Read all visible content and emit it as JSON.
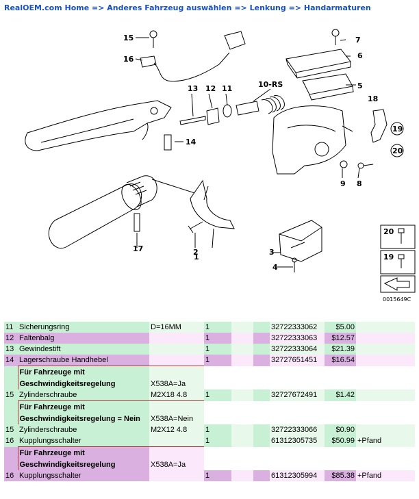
{
  "breadcrumb": [
    {
      "label": "RealOEM.com Home"
    },
    {
      "label": "Anderes Fahrzeug auswählen"
    },
    {
      "label": "Lenkung"
    },
    {
      "label": "Handarmaturen"
    }
  ],
  "breadcrumb_sep": "=>",
  "diagram": {
    "callouts": [
      "1",
      "2",
      "3",
      "4",
      "5",
      "6",
      "7",
      "8",
      "9",
      "10-RS",
      "11",
      "12",
      "13",
      "14",
      "15",
      "16",
      "17",
      "18",
      "19",
      "20"
    ],
    "code": "0015649C"
  },
  "rows": [
    {
      "pos": "11",
      "desc": "Sicherungsring",
      "extra": "D=16MM",
      "qty": "1",
      "part": "32722333062",
      "price": "$5.00",
      "note": "",
      "style": "g"
    },
    {
      "pos": "12",
      "desc": "Faltenbalg",
      "extra": "",
      "qty": "1",
      "part": "32722333063",
      "price": "$12.57",
      "note": "",
      "style": "p"
    },
    {
      "pos": "13",
      "desc": "Gewindestift",
      "extra": "",
      "qty": "1",
      "part": "32722333064",
      "price": "$21.39",
      "note": "",
      "style": "g"
    },
    {
      "pos": "14",
      "desc": "Lagerschraube Handhebel",
      "extra": "",
      "qty": "1",
      "part": "32727651451",
      "price": "$16.54",
      "note": "",
      "style": "p"
    }
  ],
  "groups": [
    {
      "cond_lines": [
        "Für Fahrzeuge mit",
        "Geschwindigkeitsregelung"
      ],
      "cond_value": "X538A=Ja",
      "pos": "15",
      "desc": "Zylinderschraube",
      "extra": "M2X18 4.8",
      "qty": "1",
      "part": "32727672491",
      "price": "$1.42",
      "note": "",
      "style": "g"
    },
    {
      "cond_lines": [
        "Für Fahrzeuge mit",
        "Geschwindigkeitsregelung = Nein"
      ],
      "cond_value": "X538A=Nein",
      "pos": "15",
      "desc": "Zylinderschraube",
      "extra": "M2X12 4.8",
      "qty": "1",
      "part": "32722333066",
      "price": "$0.90",
      "note": "",
      "style": "g"
    },
    {
      "cond_lines": [],
      "cond_value": "",
      "pos": "16",
      "desc": "Kupplungsschalter",
      "extra": "",
      "qty": "1",
      "part": "61312305735",
      "price": "$50.99",
      "note": "+Pfand",
      "style": "g"
    },
    {
      "cond_lines": [
        "Für Fahrzeuge mit",
        "Geschwindigkeitsregelung"
      ],
      "cond_value": "X538A=Ja",
      "pos": "16",
      "desc": "Kupplungsschalter",
      "extra": "",
      "qty": "1",
      "part": "61312305994",
      "price": "$85.38",
      "note": "+Pfand",
      "style": "p"
    }
  ]
}
